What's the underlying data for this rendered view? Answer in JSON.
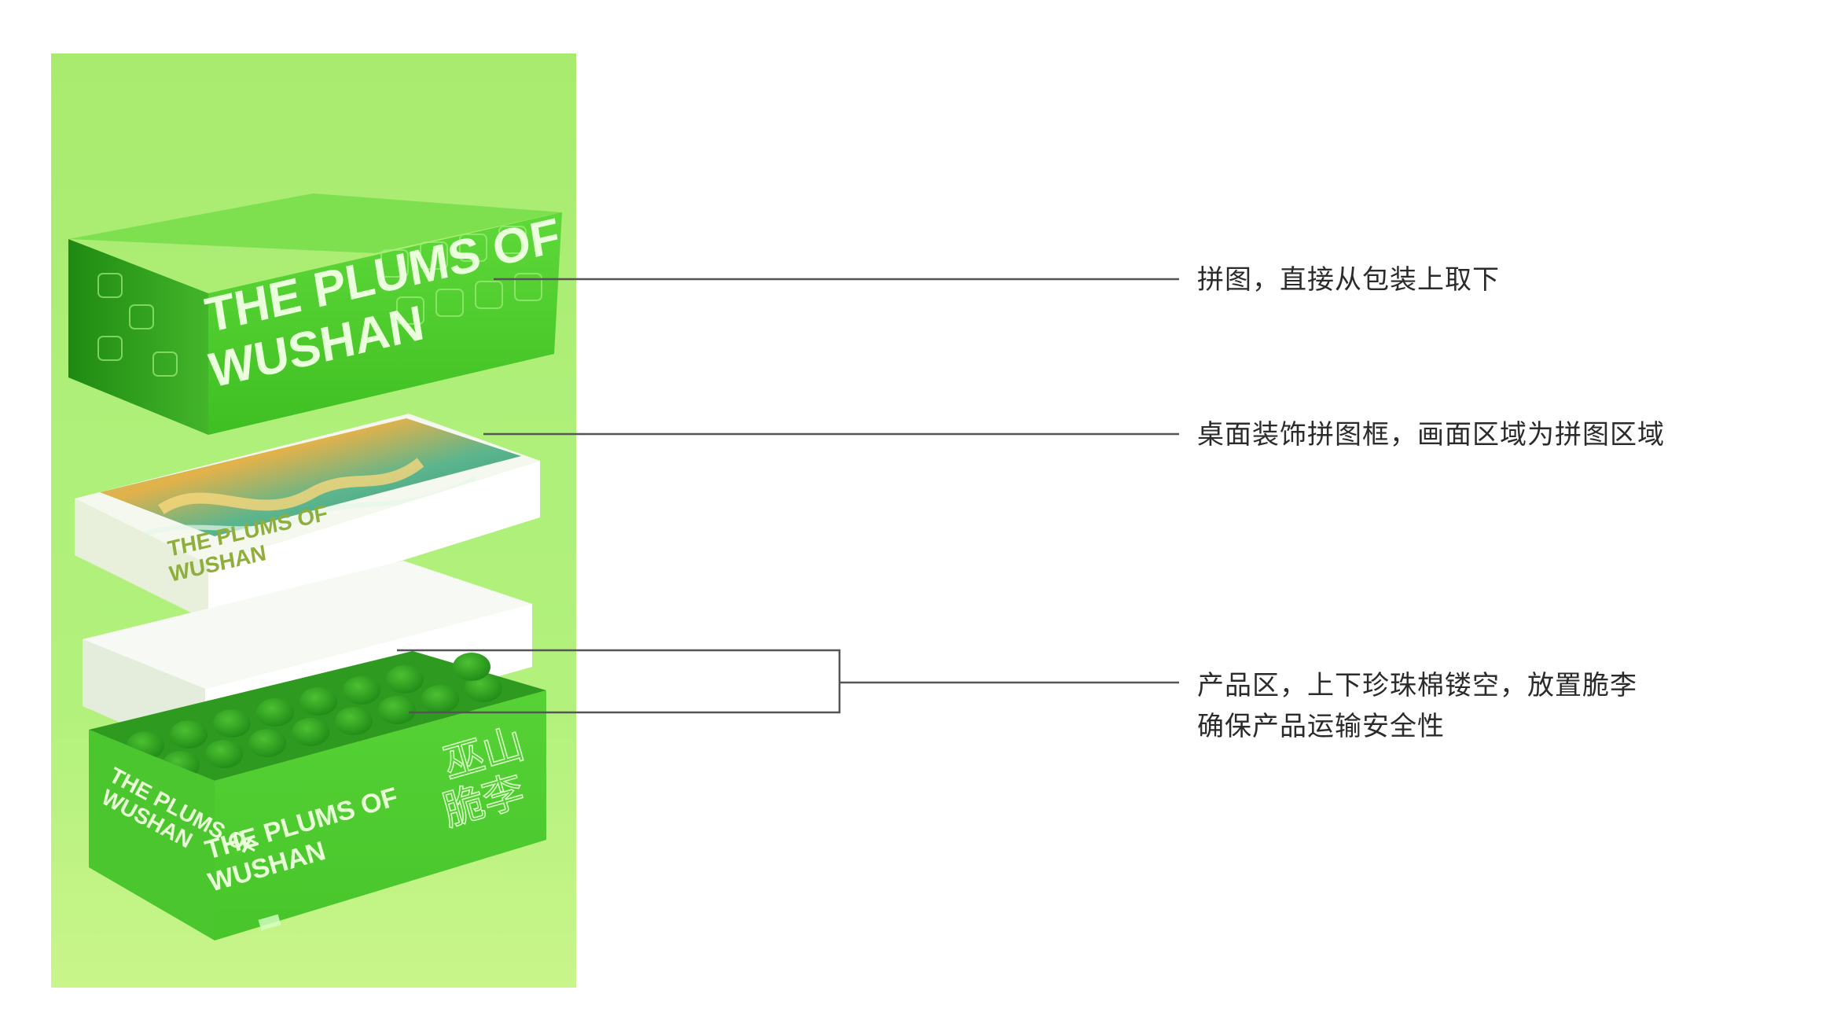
{
  "package": {
    "lid_title_line1": "THE PLUMS OF",
    "lid_title_line2": "WUSHAN",
    "frame_title_line1": "THE PLUMS OF",
    "frame_title_line2": "WUSHAN",
    "tray_title_line1": "THE PLUMS OF",
    "tray_title_line2": "WUSHAN",
    "tray_side_line1": "THE PLUMS OF",
    "tray_side_line2": "WUSHAN",
    "tray_chinese_line1": "巫山",
    "tray_chinese_line2": "脆李"
  },
  "annotations": {
    "lid": "拼图，直接从包装上取下",
    "frame": "桌面装饰拼图框，画面区域为拼图区域",
    "product_line1": "产品区，上下珍珠棉镂空，放置脆李",
    "product_line2": "确保产品运输安全性"
  },
  "colors": {
    "background": "#ffffff",
    "panel_green": "#aef07a",
    "box_green": "#5dd63c",
    "leader_line": "#555555",
    "text": "#2b2b2b"
  }
}
